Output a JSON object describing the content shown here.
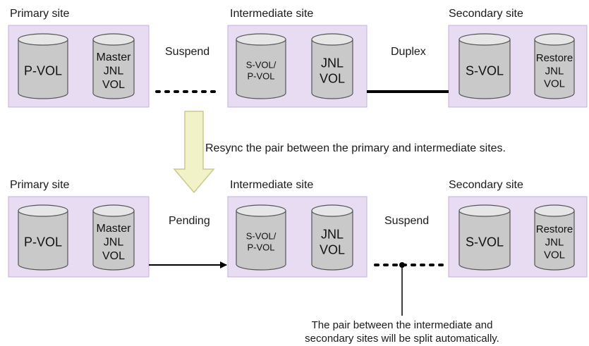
{
  "top": {
    "primary_label": "Primary site",
    "intermediate_label": "Intermediate site",
    "secondary_label": "Secondary site",
    "link1_status": "Suspend",
    "link2_status": "Duplex"
  },
  "bottom": {
    "primary_label": "Primary site",
    "intermediate_label": "Intermediate site",
    "secondary_label": "Secondary site",
    "link1_status": "Pending",
    "link2_status": "Suspend"
  },
  "volumes": {
    "pvol": [
      "P-VOL"
    ],
    "master_jnl": [
      "Master",
      "JNL",
      "VOL"
    ],
    "svol_pvol": [
      "S-VOL/",
      "P-VOL"
    ],
    "jnl_vol": [
      "JNL",
      "VOL"
    ],
    "svol": [
      "S-VOL"
    ],
    "restore_jnl": [
      "Restore",
      "JNL",
      "VOL"
    ]
  },
  "resync_text": "Resync the pair between the primary and intermediate sites.",
  "note_lines": [
    "The pair between the intermediate and",
    "secondary sites will be split automatically."
  ],
  "colors": {
    "site_fill": "#e8dcf3",
    "site_stroke": "#c6b0de",
    "cylinder_body": "#c9c9c9",
    "cylinder_top": "#e6e6e6",
    "cylinder_stroke": "#555555",
    "line": "#000000",
    "resync_arrow_fill": "#f2f2c8",
    "resync_arrow_stroke": "#c9c98a"
  }
}
